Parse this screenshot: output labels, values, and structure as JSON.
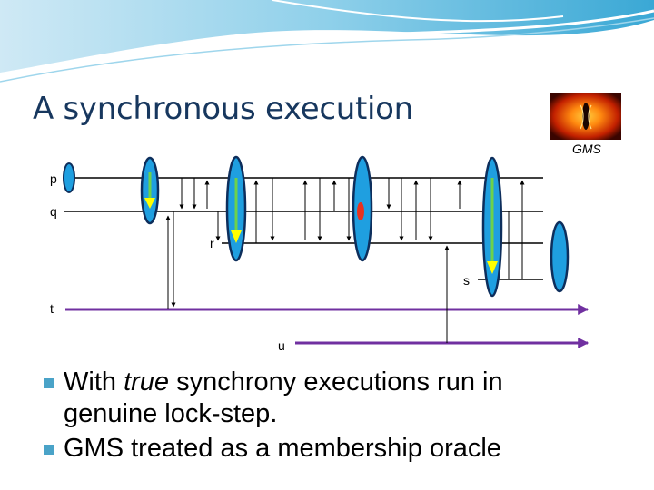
{
  "slide": {
    "title": "A synchronous execution",
    "logo_caption": "GMS"
  },
  "diagram": {
    "processes": [
      "p",
      "q",
      "r",
      "s",
      "t",
      "u"
    ],
    "colors": {
      "process_line": "#000000",
      "long_arrow": "#7030a0",
      "ellipse_fill": "#1f9fe0",
      "ellipse_stroke": "#0d2e5c",
      "down_arrow": "#ffff00",
      "down_arrow_shaft": "#6dd24b",
      "failure_marker": "#e8321e"
    }
  },
  "bullets": [
    {
      "pre": "With ",
      "em": "true",
      "post": " synchrony executions run in genuine lock-step."
    },
    {
      "pre": "GMS treated as a membership oracle",
      "em": "",
      "post": ""
    }
  ]
}
